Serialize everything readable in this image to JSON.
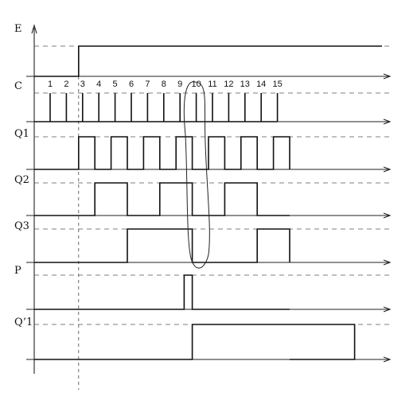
{
  "signals": [
    {
      "id": "E",
      "label": "E",
      "transitions": [
        3
      ],
      "initial": 0
    },
    {
      "id": "C",
      "label": "C",
      "pulses": [
        1,
        2,
        3,
        4,
        5,
        6,
        7,
        8,
        9,
        10,
        11,
        12,
        13,
        14,
        15
      ]
    },
    {
      "id": "Q1",
      "label": "Q1",
      "high_intervals": [
        [
          3,
          4
        ],
        [
          5,
          6
        ],
        [
          7,
          8
        ],
        [
          9,
          10
        ],
        [
          11,
          12
        ],
        [
          13,
          14
        ],
        [
          15,
          16
        ]
      ]
    },
    {
      "id": "Q2",
      "label": "Q2",
      "high_intervals": [
        [
          4,
          6
        ],
        [
          8,
          10
        ],
        [
          12,
          14
        ]
      ]
    },
    {
      "id": "Q3",
      "label": "Q3",
      "high_intervals": [
        [
          6,
          10
        ],
        [
          14,
          16
        ]
      ]
    },
    {
      "id": "P",
      "label": "P",
      "high_intervals": [
        [
          9.5,
          10
        ]
      ]
    },
    {
      "id": "Q1p",
      "label": "Q’1",
      "high_intervals": [
        [
          10,
          20
        ]
      ]
    }
  ],
  "clock_numbers": [
    "1",
    "2",
    "3",
    "4",
    "5",
    "6",
    "7",
    "8",
    "9",
    "10",
    "11",
    "12",
    "13",
    "14",
    "15"
  ]
}
